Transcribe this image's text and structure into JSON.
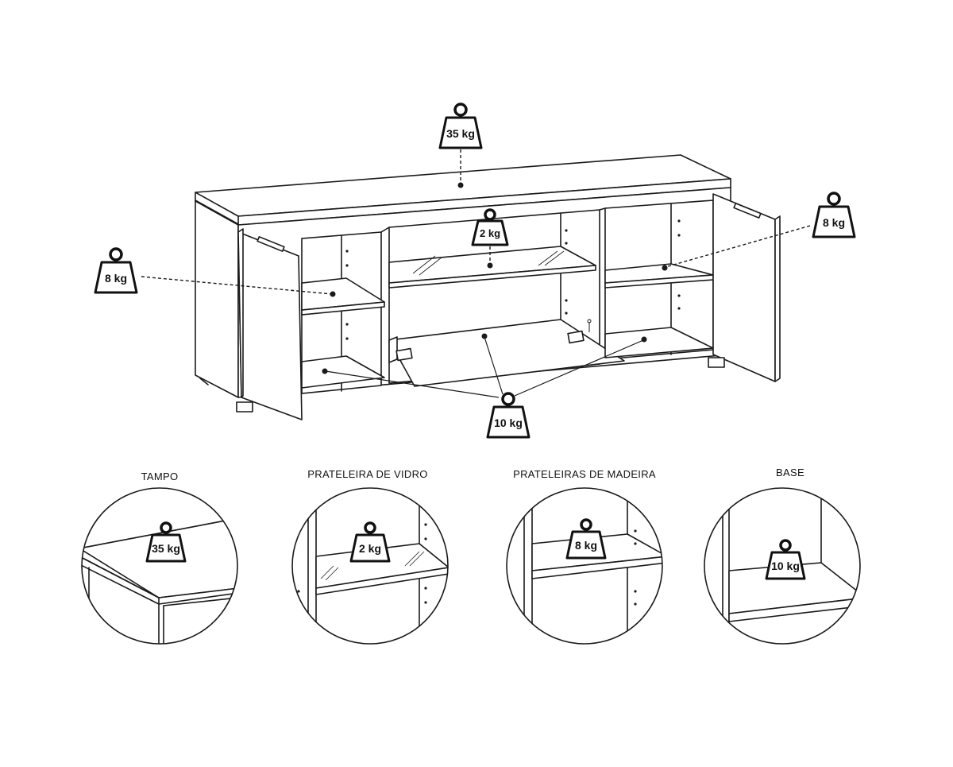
{
  "weights": {
    "top": "35 kg",
    "glass_shelf": "2 kg",
    "left_shelf": "8 kg",
    "right_shelf": "8 kg",
    "base": "10 kg"
  },
  "details": [
    {
      "caption": "TAMPO",
      "weight": "35 kg"
    },
    {
      "caption": "PRATELEIRA DE VIDRO",
      "weight": "2 kg"
    },
    {
      "caption": "PRATELEIRAS DE MADEIRA",
      "weight": "8 kg"
    },
    {
      "caption": "BASE",
      "weight": "10 kg"
    }
  ],
  "colors": {
    "line": "#1a1a1a",
    "background": "#ffffff"
  }
}
